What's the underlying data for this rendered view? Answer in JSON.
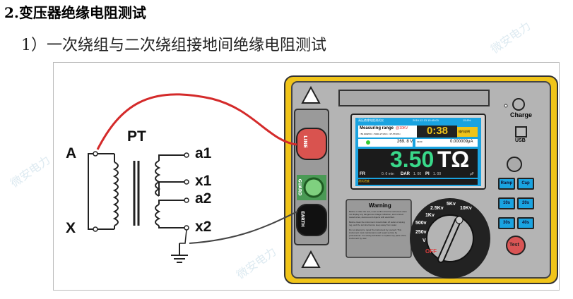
{
  "heading": "2.变压器绝缘电阻测试",
  "subheading": "1）一次绕组与二次绕组接地间绝缘电阻测试",
  "diagram": {
    "transformer_label": "PT",
    "primary_terminals": [
      "A",
      "X"
    ],
    "secondary_terminals": [
      "a1",
      "x1",
      "a2",
      "x2"
    ],
    "terminals": {
      "line": "LINE",
      "guard": "GUARD",
      "earth": "EARTH"
    },
    "charge": "Charge",
    "usb": "USB",
    "screen": {
      "title": "高压绝缘电阻测试仪",
      "datetime": "2019.12.13  15:45:03",
      "battery": "15.8%",
      "range_label": "Measuring range",
      "range_value": "@10KV",
      "range_sub": "<50.000k5%> <5000-2T10%> <2T-5T20%>",
      "timer": "0:38",
      "timer_btn": "操作说明",
      "voltage": "269. 8 V",
      "current_label": "01/00",
      "current": "0.000009μA",
      "reading": "3.50",
      "unit": "TΩ",
      "fr_label": "FR",
      "fr_value": "0. 0 min",
      "dar_label": "DAR",
      "dar_value": "1. 00",
      "pi_label": "PI",
      "pi_value": "1. 00",
      "cap_unit": "μF",
      "status_label": "测试进度"
    },
    "warning": {
      "title": "Warning",
      "paragraphs": [
        "Before or after the test, must confirm that the instrument does not display any dangerous voltage indication, and connect tested wires, devices and objects with electrified.",
        "Before clean the instrument should drain off outlet of wiping rag, and the terminal device keep away from water.",
        "Do not attempt to repair the instrument by yourself. This instrument must maintenance and repair service by professional. It is strictly forbidden to replace any parts of the instrument by user."
      ]
    },
    "dial_positions": [
      "OFF",
      "V",
      "250v",
      "500v",
      "1Kv",
      "2.5Kv",
      "5Kv",
      "10Kv"
    ],
    "buttons": {
      "ramp": "Ramp",
      "cap": "Cap",
      "t10": "10s",
      "t20": "20s",
      "t30": "30s",
      "t40": "40s",
      "test": "Test"
    },
    "colors": {
      "frame": "#f0c419",
      "panel": "#b4b4b4",
      "line_wire": "#d42a2a",
      "screen_frame": "#1aa3e0",
      "reading": "#39d98a"
    }
  },
  "watermark": "微安电力"
}
